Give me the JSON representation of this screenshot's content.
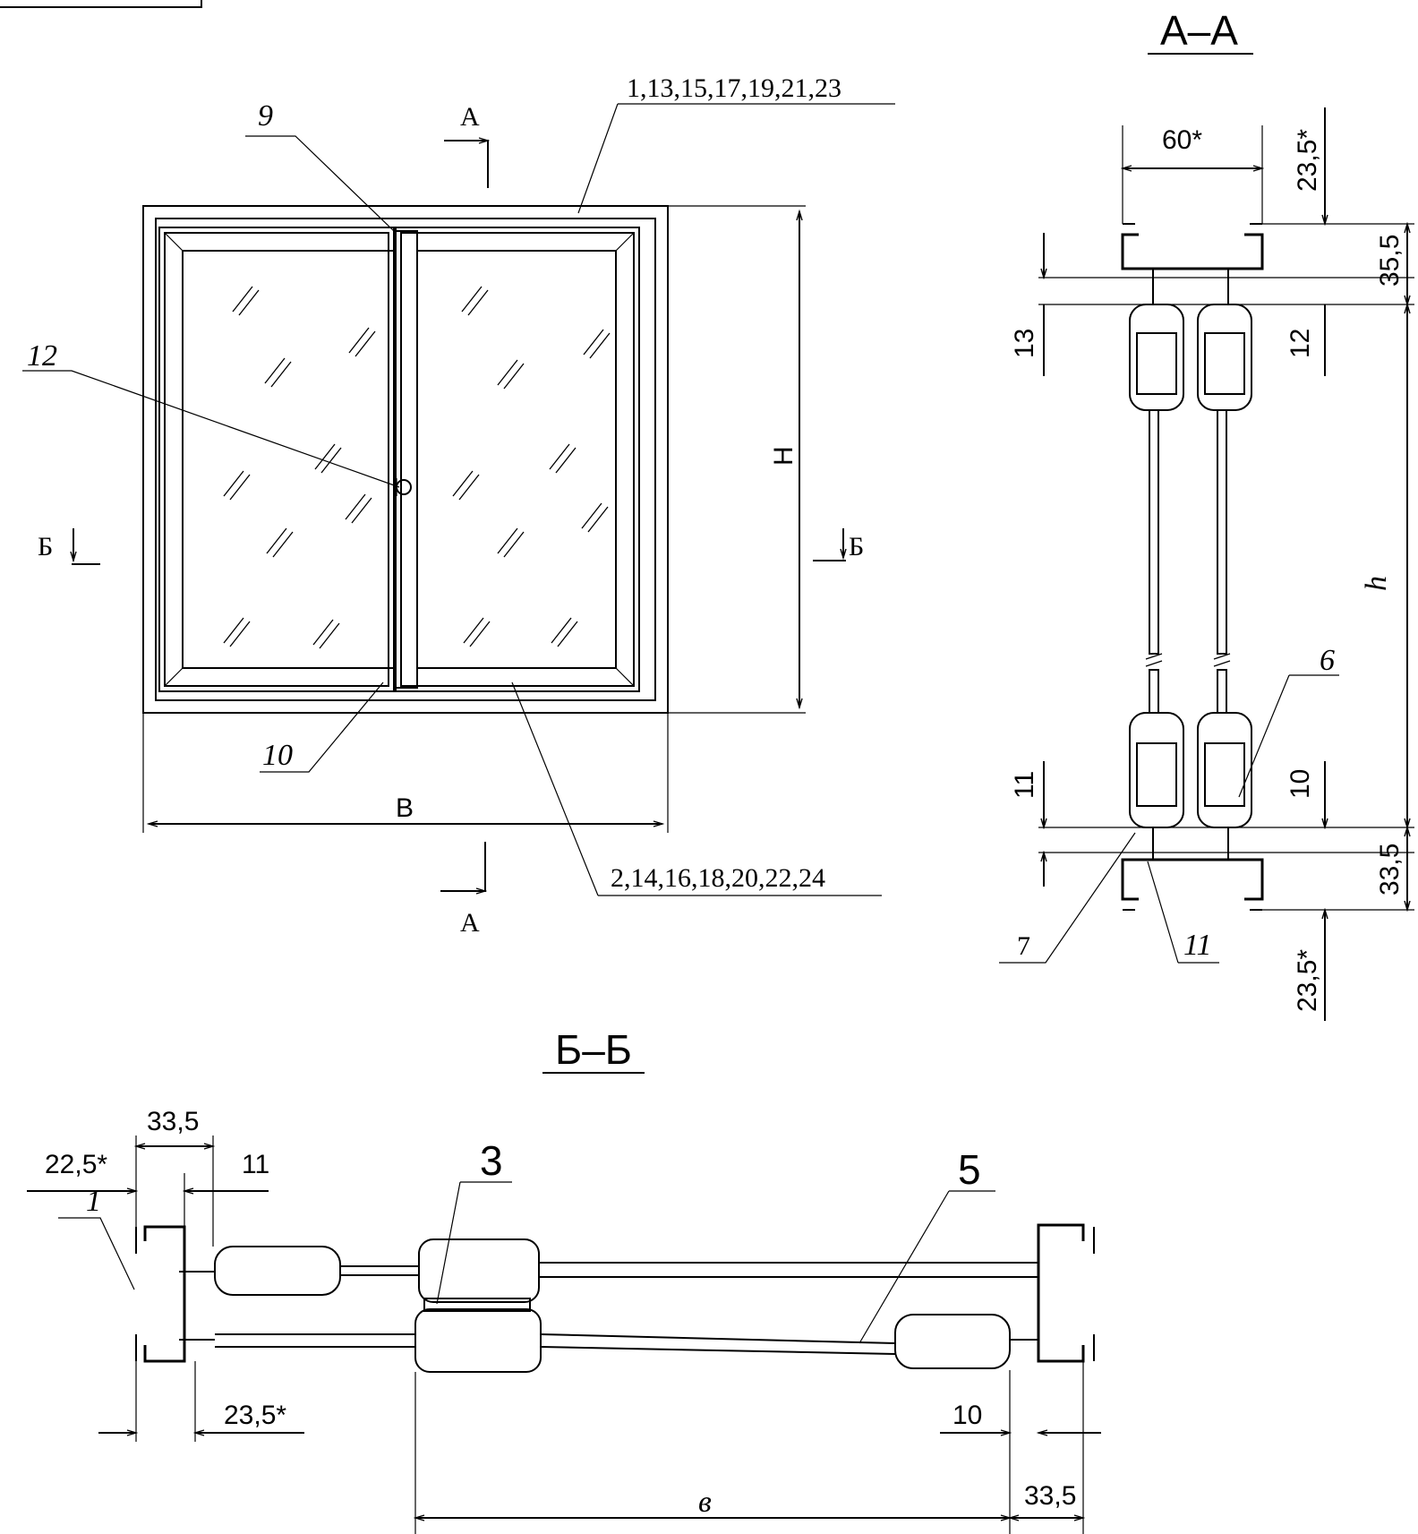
{
  "front_view": {
    "callout_top": "1,13,15,17,19,21,23",
    "callout_bottom": "2,14,16,18,20,22,24",
    "callout_9": "9",
    "callout_10": "10",
    "callout_12": "12",
    "section_a_top": "A",
    "section_a_bottom": "A",
    "section_b_left": "Б",
    "section_b_right": "Б",
    "dim_H": "H",
    "dim_B": "B"
  },
  "section_aa": {
    "title": "А–А",
    "dim_60": "60*",
    "dim_23_5_top": "23,5*",
    "dim_35_5": "35,5",
    "dim_13": "13",
    "dim_12": "12",
    "dim_h": "h",
    "callout_6": "6",
    "dim_11": "11",
    "dim_10": "10",
    "dim_33_5": "33,5",
    "callout_7": "7",
    "callout_11": "11",
    "dim_23_5_bottom": "23,5*"
  },
  "section_bb": {
    "title": "Б–Б",
    "dim_33_5_top": "33,5",
    "dim_22_5": "22,5*",
    "dim_11": "11",
    "callout_3": "3",
    "callout_5": "5",
    "callout_1": "1",
    "dim_23_5": "23,5*",
    "dim_10": "10",
    "dim_b": "в",
    "dim_33_5_bottom": "33,5"
  }
}
